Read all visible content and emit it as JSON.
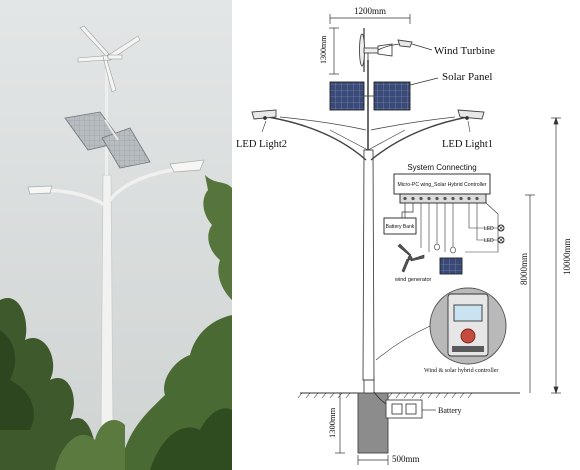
{
  "dimensions": {
    "top_width": "1200mm",
    "turbine_height": "1300mm",
    "total_height": "10000mm",
    "pole_height": "8000mm",
    "foundation_depth": "1300mm",
    "foundation_width": "500mm"
  },
  "labels": {
    "wind_turbine": "Wind Turbine",
    "solar_panel": "Solar Panel",
    "led_light_2": "LED Light2",
    "led_light_1": "LED Light1",
    "battery": "Battery"
  },
  "inset": {
    "title": "System Connecting",
    "controller_label": "Micro-PC wing_Solar Hybrid Controller",
    "battery_bank": "Battery Bank",
    "led_a": "LED",
    "led_b": "LED",
    "wind_generator": "wind generator",
    "controller_caption": "Wind & solar hybrid controller"
  },
  "colors": {
    "line": "#333333",
    "panel": "#3a4a78",
    "photo_sky": "#d9dcdc",
    "tree": "#3e5a2c"
  }
}
